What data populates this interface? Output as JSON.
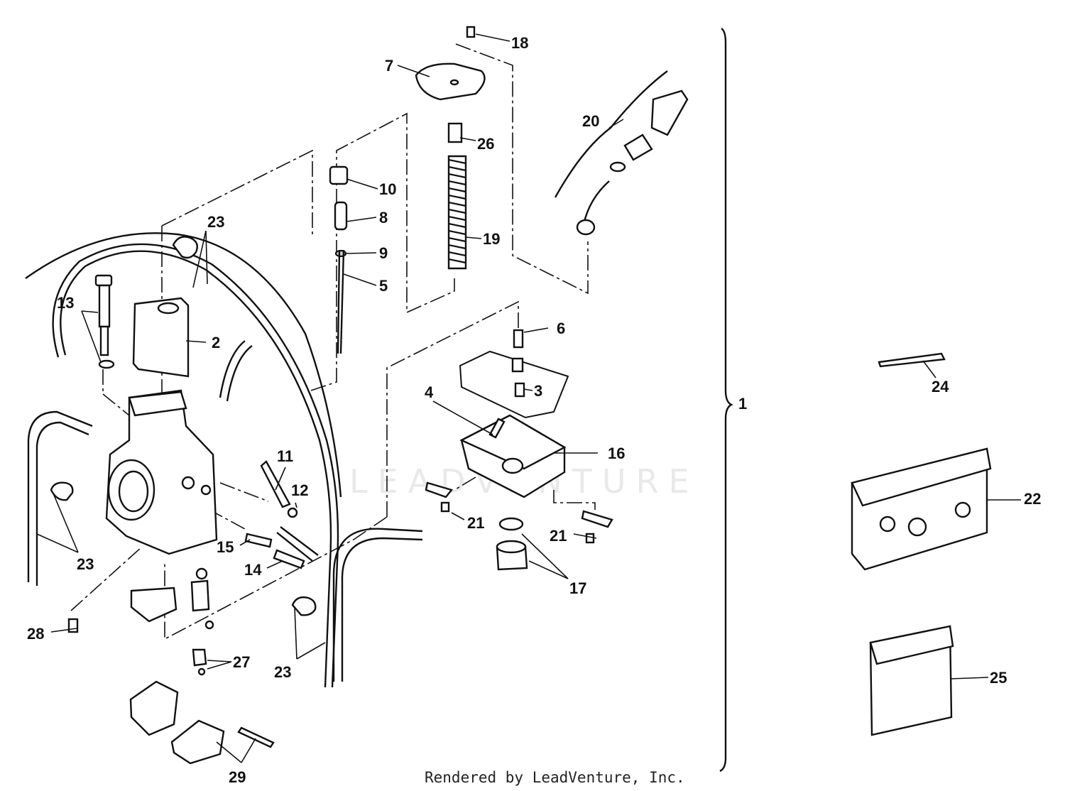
{
  "watermark": "LEADVENTURE",
  "credit": "Rendered by LeadVenture, Inc.",
  "callouts": [
    {
      "id": "1",
      "text": "1"
    },
    {
      "id": "2",
      "text": "2"
    },
    {
      "id": "3",
      "text": "3"
    },
    {
      "id": "4",
      "text": "4"
    },
    {
      "id": "5",
      "text": "5"
    },
    {
      "id": "6",
      "text": "6"
    },
    {
      "id": "7",
      "text": "7"
    },
    {
      "id": "8",
      "text": "8"
    },
    {
      "id": "9",
      "text": "9"
    },
    {
      "id": "10",
      "text": "10"
    },
    {
      "id": "11",
      "text": "11"
    },
    {
      "id": "12",
      "text": "12"
    },
    {
      "id": "13",
      "text": "13"
    },
    {
      "id": "14",
      "text": "14"
    },
    {
      "id": "15",
      "text": "15"
    },
    {
      "id": "16",
      "text": "16"
    },
    {
      "id": "17",
      "text": "17"
    },
    {
      "id": "18",
      "text": "18"
    },
    {
      "id": "19",
      "text": "19"
    },
    {
      "id": "20",
      "text": "20"
    },
    {
      "id": "21a",
      "text": "21"
    },
    {
      "id": "21b",
      "text": "21"
    },
    {
      "id": "22",
      "text": "22"
    },
    {
      "id": "23a",
      "text": "23"
    },
    {
      "id": "23b",
      "text": "23"
    },
    {
      "id": "23c",
      "text": "23"
    },
    {
      "id": "24",
      "text": "24"
    },
    {
      "id": "25",
      "text": "25"
    },
    {
      "id": "26",
      "text": "26"
    },
    {
      "id": "27",
      "text": "27"
    },
    {
      "id": "28",
      "text": "28"
    },
    {
      "id": "29",
      "text": "29"
    }
  ]
}
